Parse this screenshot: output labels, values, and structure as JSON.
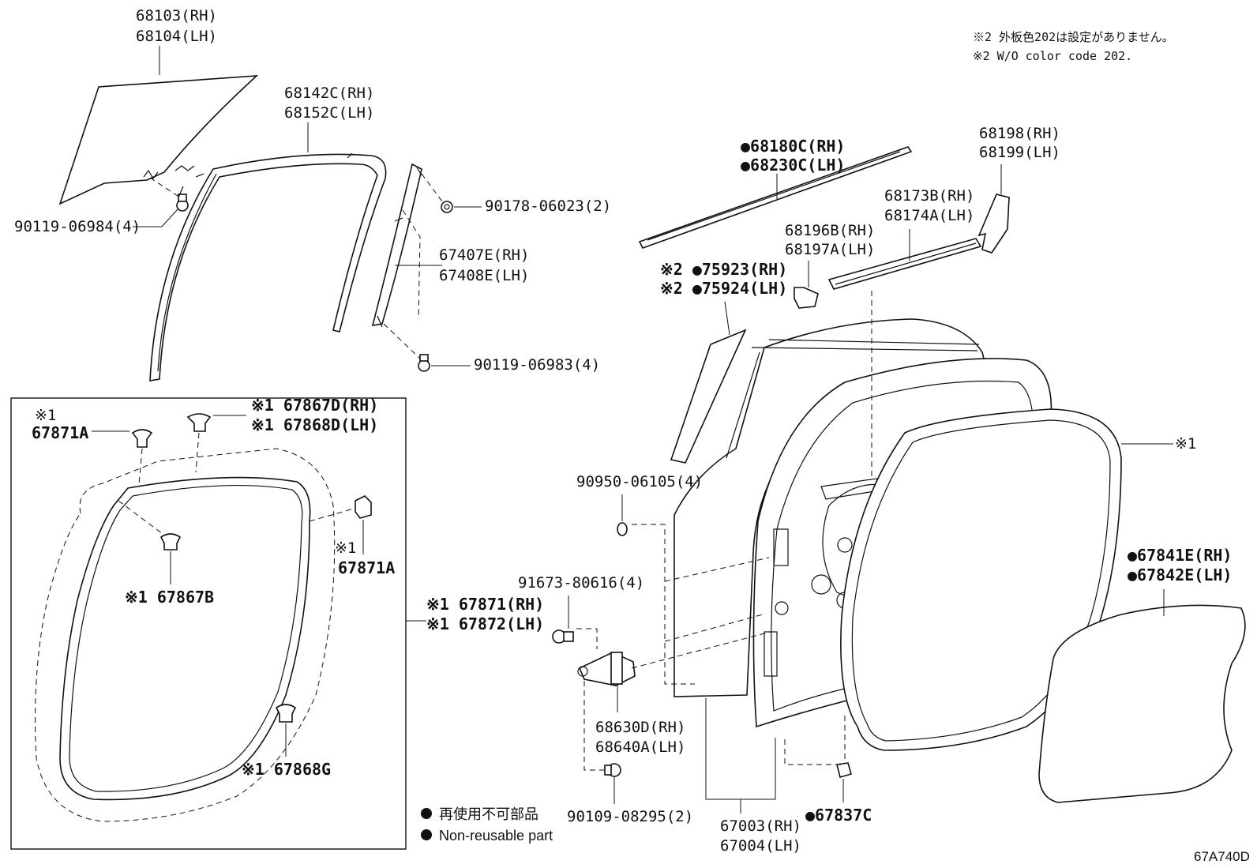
{
  "notes": {
    "jp": "※2 外板色202は設定がありません。",
    "en": "※2 W/O color code 202."
  },
  "labels": {
    "glass": [
      "68103(RH)",
      "68104(LH)"
    ],
    "bolt_glass": "90119-06984(4)",
    "run_channel": [
      "68142C(RH)",
      "68152C(LH)"
    ],
    "nut": "90178-06023(2)",
    "division_bar": [
      "67407E(RH)",
      "67408E(LH)"
    ],
    "bolt_bar": "90119-06983(4)",
    "moulding": [
      "●68180C(RH)",
      "●68230C(LH)"
    ],
    "stopper": [
      "68198(RH)",
      "68199(LH)"
    ],
    "belt": [
      "68173B(RH)",
      "68174A(LH)"
    ],
    "bracket": [
      "68196B(RH)",
      "68197A(LH)"
    ],
    "garnish": [
      "※2 ●75923(RH)",
      "※2 ●75924(LH)"
    ],
    "plug": "90950-06105(4)",
    "check_bolt": "91673-80616(4)",
    "door_check": [
      "68630D(RH)",
      "68640A(LH)"
    ],
    "bolt_check": "90109-08295(2)",
    "door_panel": [
      "67003(RH)",
      "67004(LH)"
    ],
    "cushion": "●67837C",
    "weatherstrip_ref": "※1",
    "service_hole": [
      "●67841E(RH)",
      "●67842E(LH)"
    ],
    "inset_clip_a_top": [
      "※1",
      "67871A"
    ],
    "inset_clip_d": [
      "※1 67867D(RH)",
      "※1 67868D(LH)"
    ],
    "inset_clip_b": "※1 67867B",
    "inset_clip_a_side": [
      "※1",
      "67871A"
    ],
    "inset_weatherstrip": [
      "※1 67871(RH)",
      "※1 67872(LH)"
    ],
    "inset_clip_g": "※1 67868G"
  },
  "legend": {
    "jp": "再使用不可部品",
    "en": "Non-reusable part"
  },
  "figure_code": "67A740D"
}
